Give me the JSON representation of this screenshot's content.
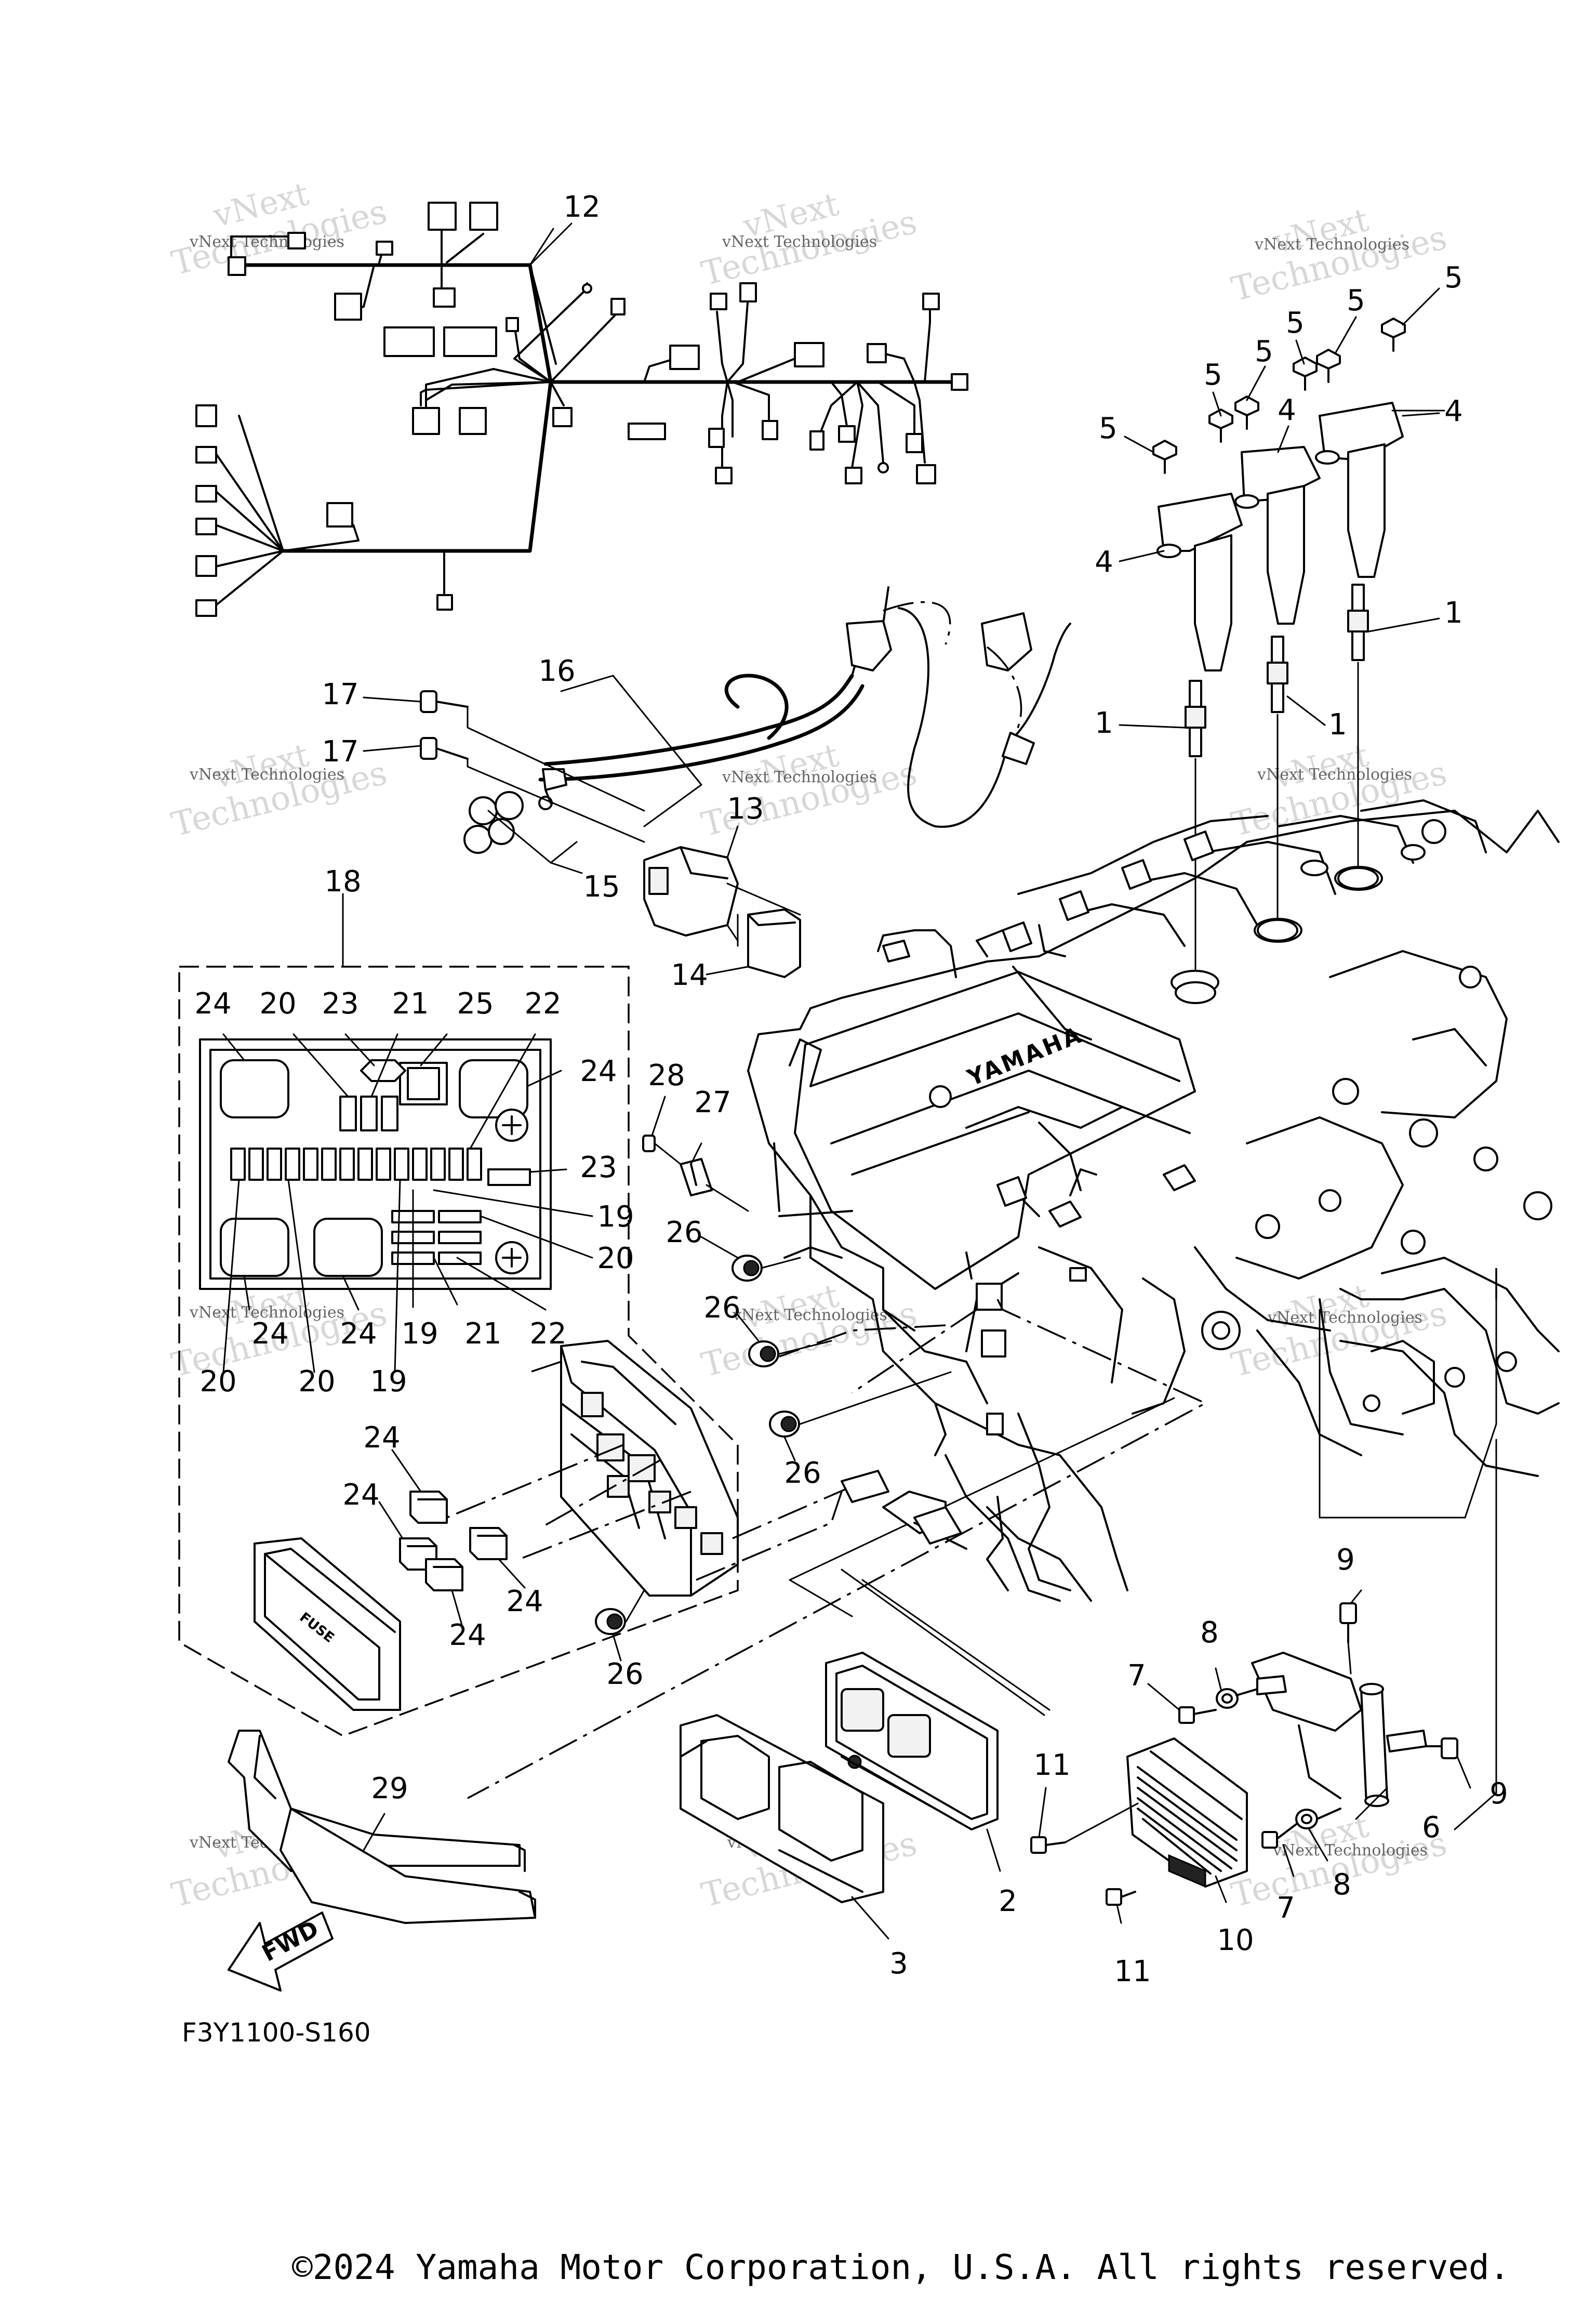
{
  "diagram": {
    "code": "F3Y1100-S160",
    "copyright": "©2024 Yamaha Motor Corporation, U.S.A. All rights reserved.",
    "brand": "YAMAHA",
    "direction": "FWD",
    "fuse_label": "FUSE",
    "watermark": {
      "line1": "vNext",
      "line2": "Technologies",
      "line3": "vNext Technologies"
    },
    "callouts": {
      "p12": "12",
      "p5a": "5",
      "p5b": "5",
      "p5c": "5",
      "p5d": "5",
      "p5e": "5",
      "p5f": "5",
      "p4a": "4",
      "p4b": "4",
      "p4c": "4",
      "p1a": "1",
      "p1b": "1",
      "p1c": "1",
      "p17a": "17",
      "p17b": "17",
      "p16": "16",
      "p15": "15",
      "p13": "13",
      "p14": "14",
      "p18": "18",
      "p24a": "24",
      "p20a": "20",
      "p23a": "23",
      "p21a": "21",
      "p25": "25",
      "p22a": "22",
      "p24b": "24",
      "p23b": "23",
      "p19a": "19",
      "p20b": "20",
      "p24c": "24",
      "p24d": "24",
      "p19b": "19",
      "p21b": "21",
      "p22b": "22",
      "p20c": "20",
      "p20d": "20",
      "p19c": "19",
      "p28": "28",
      "p27": "27",
      "p26a": "26",
      "p26b": "26",
      "p26c": "26",
      "p26d": "26",
      "p24e": "24",
      "p24f": "24",
      "p24g": "24",
      "p24h": "24",
      "p9a": "9",
      "p9b": "9",
      "p8a": "8",
      "p8b": "8",
      "p7a": "7",
      "p7b": "7",
      "p6": "6",
      "p11a": "11",
      "p11b": "11",
      "p10": "10",
      "p29": "29",
      "p2": "2",
      "p3": "3"
    }
  }
}
